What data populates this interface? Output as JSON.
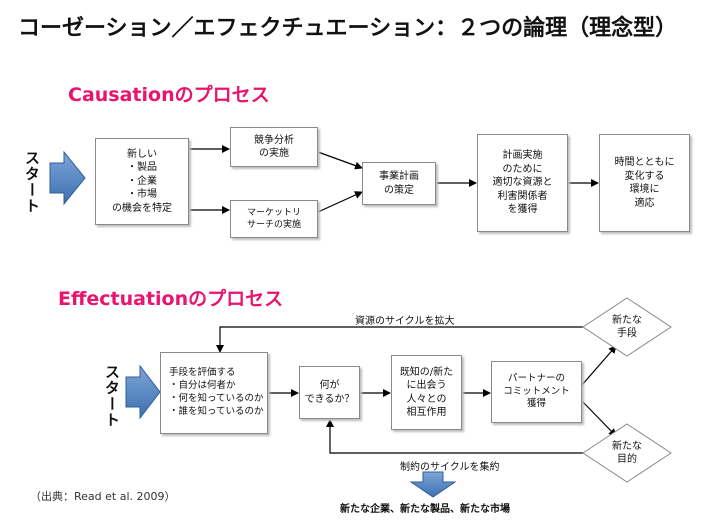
{
  "title": "コーゼーション／エフェクチュエーション：２つの論理（理念型）",
  "causation": {
    "heading": "Causationのプロセス",
    "start": "スタート",
    "box1": [
      "新しい",
      "・製品",
      "・企業",
      "・市場",
      "の機会を特定"
    ],
    "box2": [
      "競争分析",
      "の実施"
    ],
    "box3": [
      "マーケットリ",
      "サーチの実施"
    ],
    "box4": [
      "事業計画",
      "の策定"
    ],
    "box5": [
      "計画実施",
      "のために",
      "適切な資源と",
      "利害関係者",
      "を獲得"
    ],
    "box6": [
      "時間とともに",
      "変化する",
      "環境に",
      "適応"
    ]
  },
  "effectuation": {
    "heading": "Effectuationのプロセス",
    "start": "スタート",
    "box1": [
      "手段を評価する",
      "・自分は何者か",
      "・何を知っているのか",
      "・誰を知っているのか"
    ],
    "box2": [
      "何が",
      "できるか？"
    ],
    "box3": [
      "既知の/新た",
      "に出会う",
      "人々との",
      "相互作用"
    ],
    "box4": [
      "パートナーの",
      "コミットメント",
      "獲得"
    ],
    "diamond_top": [
      "新たな",
      "手段"
    ],
    "diamond_bottom": [
      "新たな",
      "目的"
    ],
    "loop_top": "資源のサイクルを拡大",
    "loop_bottom": "制約のサイクルを集約",
    "result": "新たな企業、新たな製品、新たな市場"
  },
  "source": "（出典：Read et al. 2009）",
  "colors": {
    "heading": "#e8146e",
    "arrow_fill": "#4f81bd",
    "arrow_stroke": "#2f5f96",
    "line": "#000000"
  }
}
